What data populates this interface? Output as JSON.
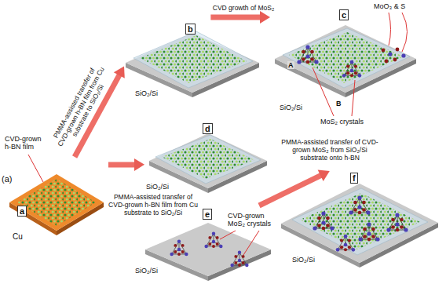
{
  "diagram": {
    "nodes": [
      {
        "text": [
          "a"
        ]
      },
      {
        "text": [
          "b"
        ]
      },
      {
        "text": [
          "c"
        ]
      },
      {
        "text": [
          "d"
        ]
      },
      {
        "text": [
          "e"
        ]
      },
      {
        "text": [
          "f"
        ]
      }
    ],
    "edges": [
      {
        "from": 0,
        "to": 1,
        "arrow": "to",
        "label": "PMMA-assisted transfer of CVD-grown h-BN film from Cu substrate to SiO₂/Si"
      },
      {
        "from": 1,
        "to": 2,
        "arrow": "to",
        "label": "CVD growth of MoS₂"
      },
      {
        "from": 0,
        "to": 3,
        "arrow": "to",
        "label": "PMMA-assisted transfer of CVD-grown h-BN film from Cu substrate to SiO₂/Si"
      },
      {
        "from": 4,
        "to": 5,
        "arrow": "to",
        "label": "PMMA-assisted transfer of CVD-grown MoS₂ from SiO₂/Si substrate onto h-BN"
      }
    ],
    "labels": [
      "(a)",
      "CVD-grown h-BN film",
      "Cu",
      "SiO₂/Si",
      "MoO₃ & S",
      "A",
      "B",
      "MoS₂ crystals",
      "SiO₂/Si",
      "SiO₂/Si",
      "CVD-grown MoS₂ crystals",
      "SiO₂/Si",
      "SiO₂/Si"
    ]
  }
}
